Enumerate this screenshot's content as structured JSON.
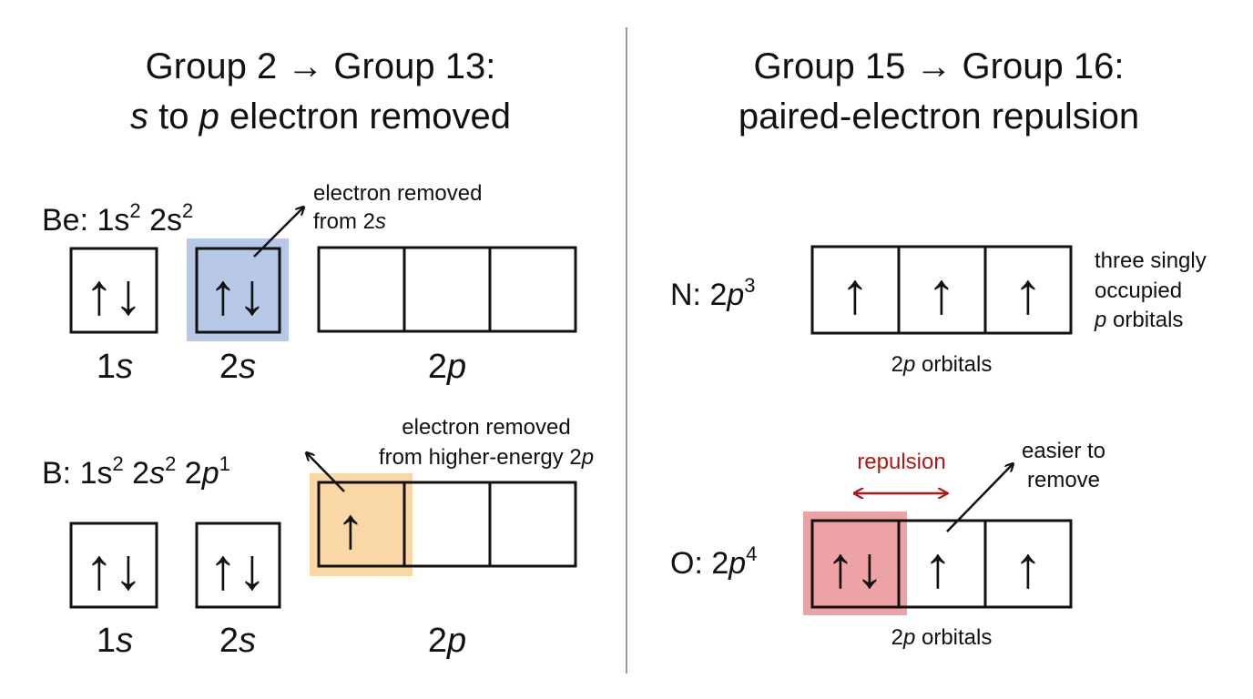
{
  "colors": {
    "stroke": "#111111",
    "divider": "#9a9a9a",
    "highlight_be_2s": "#b6c8e6",
    "highlight_b_2p": "#fad7a6",
    "highlight_o_2p": "#eda3a5",
    "repulsion": "#b01818"
  },
  "left_panel": {
    "title_line1": "Group 2 → Group 13:",
    "title_line2_a": "s",
    "title_line2_b": " to ",
    "title_line2_c": "p",
    "title_line2_d": " electron removed",
    "be": {
      "config_prefix": "Be: 1s",
      "config_sup1": "2",
      "config_mid": " 2s",
      "config_sup2": "2",
      "note_line1": "electron removed",
      "note_line2_a": "from 2",
      "note_line2_b": "s",
      "label_1s_a": "1",
      "label_1s_b": "s",
      "label_2s_a": "2",
      "label_2s_b": "s",
      "label_2p_a": "2",
      "label_2p_b": "p",
      "boxes": {
        "s1": "↑↓",
        "s2": "↑↓",
        "p1": "",
        "p2": "",
        "p3": ""
      }
    },
    "b": {
      "config_prefix": "B: 1s",
      "config_sup1": "2",
      "config_mid1": " 2",
      "config_s": "s",
      "config_sup2": "2",
      "config_mid2": " 2",
      "config_p": "p",
      "config_sup3": "1",
      "note_line1": "electron removed",
      "note_line2_a": "from higher-energy 2",
      "note_line2_b": "p",
      "label_1s_a": "1",
      "label_1s_b": "s",
      "label_2s_a": "2",
      "label_2s_b": "s",
      "label_2p_a": "2",
      "label_2p_b": "p",
      "boxes": {
        "s1": "↑↓",
        "s2": "↑↓",
        "p1": "↑",
        "p2": "",
        "p3": ""
      }
    }
  },
  "right_panel": {
    "title_line1": "Group 15 → Group 16:",
    "title_line2": "paired-electron repulsion",
    "n": {
      "config_prefix": "N: 2",
      "config_p": "p",
      "config_sup": "3",
      "note_line1": "three singly",
      "note_line2": "occupied",
      "note_line3_a": "p",
      "note_line3_b": " orbitals",
      "orbital_label_a": "2",
      "orbital_label_b": "p",
      "orbital_label_c": " orbitals",
      "boxes": {
        "p1": "↑",
        "p2": "↑",
        "p3": "↑"
      }
    },
    "o": {
      "config_prefix": "O: 2",
      "config_p": "p",
      "config_sup": "4",
      "repulsion_label": "repulsion",
      "note_line1": "easier to",
      "note_line2": "remove",
      "orbital_label_a": "2",
      "orbital_label_b": "p",
      "orbital_label_c": " orbitals",
      "boxes": {
        "p1": "↑↓",
        "p2": "↑",
        "p3": "↑"
      }
    }
  }
}
